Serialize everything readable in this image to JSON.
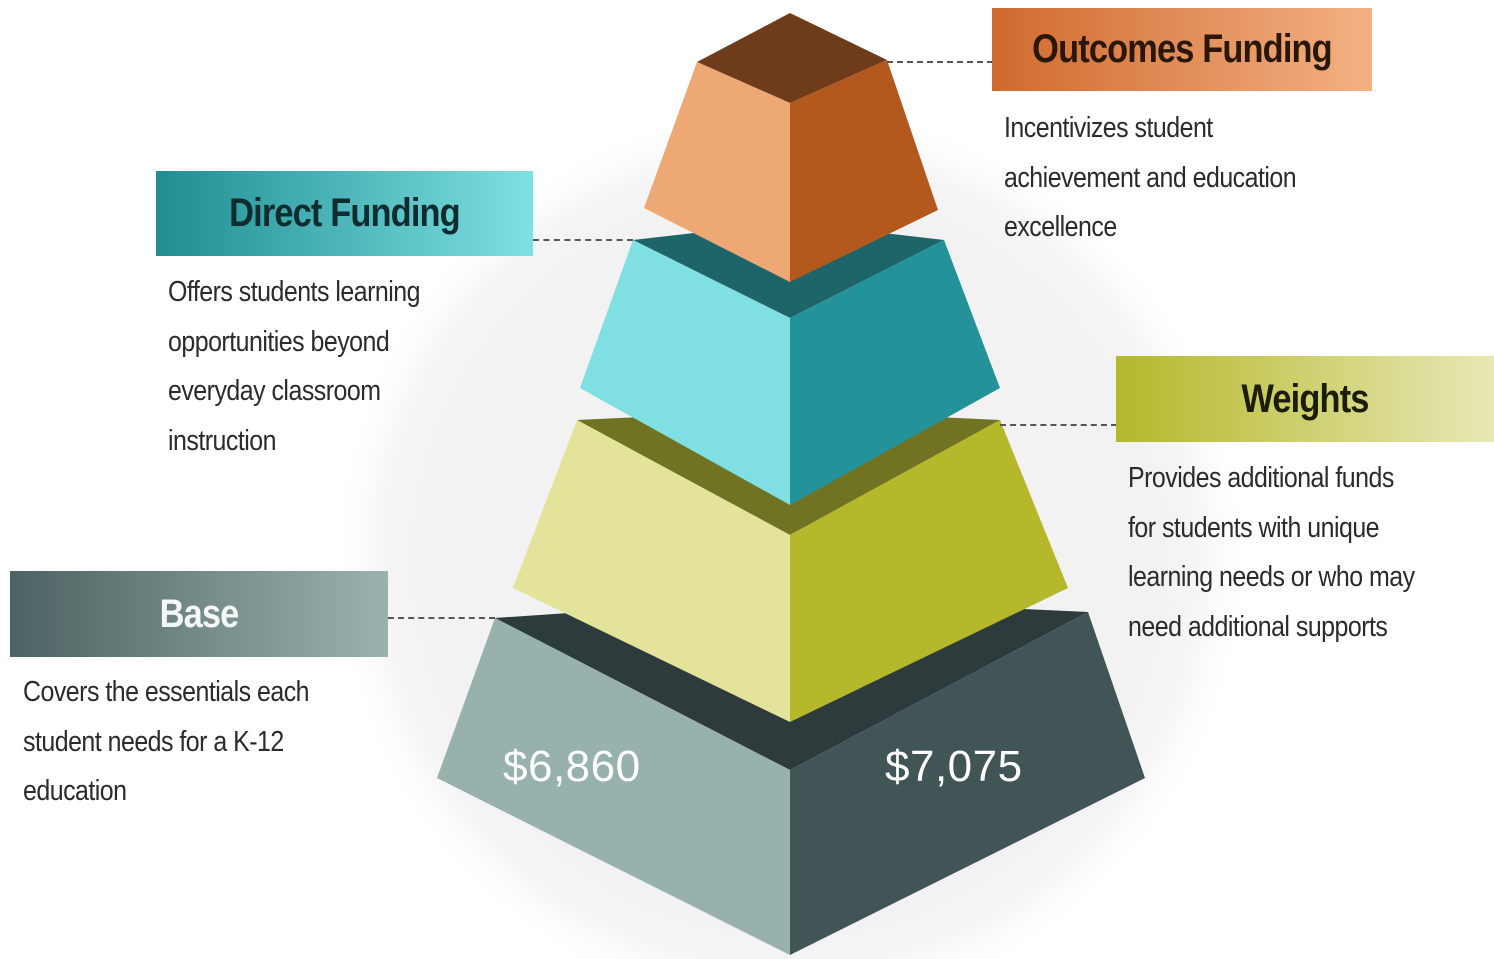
{
  "tiers": [
    {
      "id": "outcomes",
      "title": "Outcomes Funding",
      "description": [
        "Incentivizes student",
        "achievement and education",
        "excellence"
      ],
      "colors": {
        "top": "#6e3b1b",
        "left": "#eea874",
        "right": "#b4591e",
        "label_from": "#d06a2e",
        "label_to": "#f3b183",
        "text": "#2a1708"
      }
    },
    {
      "id": "direct",
      "title": "Direct Funding",
      "description": [
        "Offers students learning",
        "opportunities beyond",
        "everyday classroom",
        "instruction"
      ],
      "colors": {
        "top": "#1d6568",
        "left": "#7fdfe3",
        "right": "#249399",
        "label_from": "#1f8d92",
        "label_to": "#7ee0e3",
        "text": "#0f2c2e"
      }
    },
    {
      "id": "weights",
      "title": "Weights",
      "description": [
        "Provides additional funds",
        "for students with unique",
        "learning needs or who may",
        "need additional supports"
      ],
      "colors": {
        "top": "#6f7322",
        "left": "#e3e39a",
        "right": "#b4b82a",
        "label_from": "#b4b82a",
        "label_to": "#e8e8b5",
        "text": "#1c1d05"
      }
    },
    {
      "id": "base",
      "title": "Base",
      "description": [
        "Covers the essentials each",
        "student needs for a K-12",
        "education"
      ],
      "colors": {
        "top": "#2e3b3d",
        "left": "#97b1ad",
        "right": "#415456",
        "label_from": "#4d6262",
        "label_to": "#9ab3ae",
        "text": "#f4f7f6"
      },
      "value_left": "$6,860",
      "value_right": "$7,075"
    }
  ]
}
